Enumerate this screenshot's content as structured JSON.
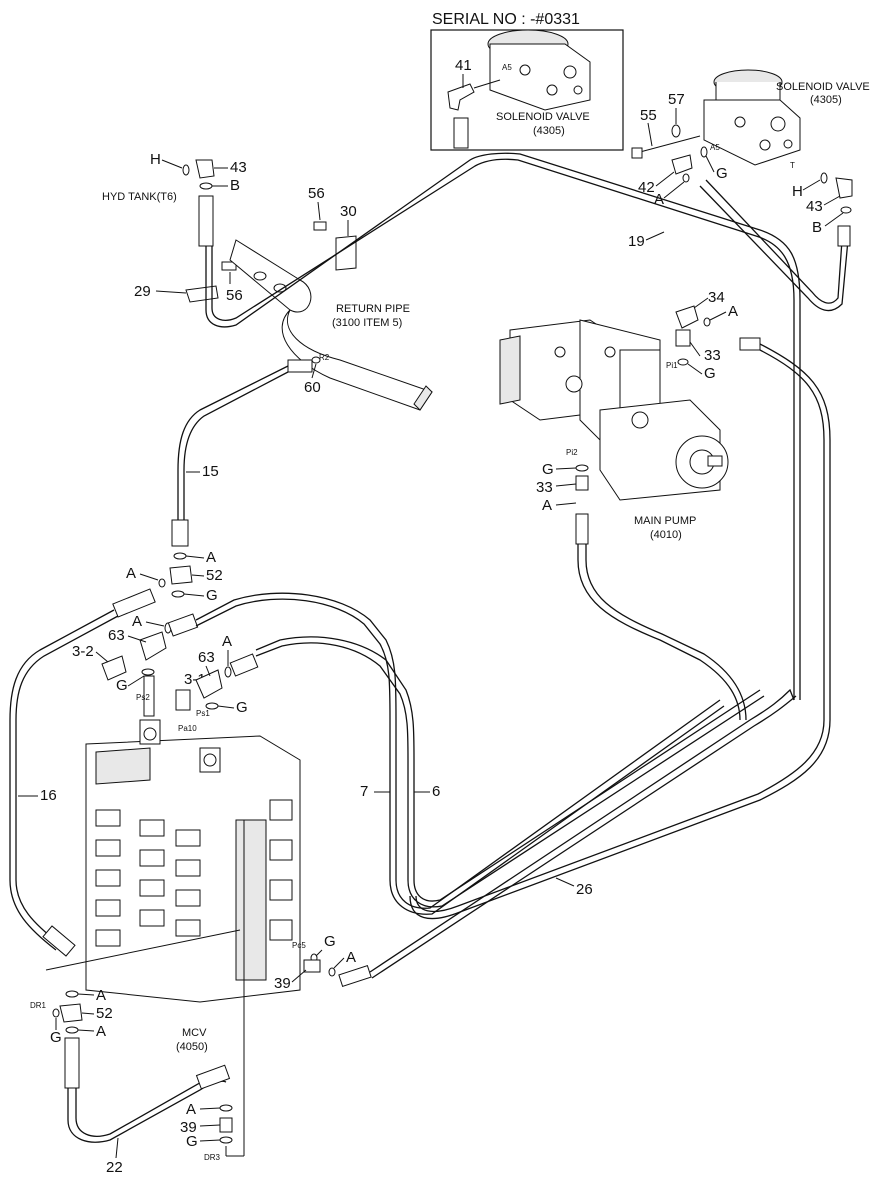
{
  "serial": "SERIAL NO : -#0331",
  "inset": {
    "part": "41",
    "label": "SOLENOID VALVE",
    "code": "(4305)",
    "port": "A5"
  },
  "solenoid": {
    "label": "SOLENOID VALVE",
    "code": "(4305)",
    "port_a": "A5",
    "port_t": "T"
  },
  "return_pipe": {
    "label": "RETURN PIPE",
    "code": "(3100 ITEM 5)",
    "port": "R2"
  },
  "hyd_tank": "HYD TANK(T6)",
  "main_pump": {
    "label": "MAIN PUMP",
    "code": "(4010)",
    "port1": "Pi1",
    "port2": "Pi2"
  },
  "mcv": {
    "label": "MCV",
    "code": "(4050)",
    "ports": {
      "ps2": "Ps2",
      "pa10": "Pa10",
      "ps1": "Ps1",
      "pc5": "Pc5",
      "dr1": "DR1",
      "dr3": "DR3"
    }
  },
  "callouts": {
    "c55": "55",
    "c57": "57",
    "c42": "42",
    "c43a": "43",
    "c43b": "43",
    "c56a": "56",
    "c56b": "56",
    "c30": "30",
    "c29": "29",
    "c19": "19",
    "c34": "34",
    "c33a": "33",
    "c33b": "33",
    "c60": "60",
    "c15": "15",
    "c52a": "52",
    "c52b": "52",
    "c63a": "63",
    "c63b": "63",
    "c3_2": "3-2",
    "c3_1": "3-1",
    "c16": "16",
    "c7": "7",
    "c6": "6",
    "c26": "26",
    "c39a": "39",
    "c39b": "39",
    "c22": "22"
  },
  "letters": {
    "h1": "H",
    "b1": "B",
    "h2": "H",
    "b2": "B",
    "a_sol": "A",
    "g_sol": "G",
    "a_34": "A",
    "g_pi1": "G",
    "g_pi2": "G",
    "a_pi2": "A",
    "a_15": "A",
    "a_52": "A",
    "g_52": "G",
    "a_63": "A",
    "g_3_2": "G",
    "a_63b": "A",
    "g_ps1": "G",
    "g_pc5": "G",
    "a_pc5": "A",
    "a_dr1": "A",
    "g_dr1": "G",
    "a_dr1b": "A",
    "a_dr3": "A",
    "g_dr3": "G"
  }
}
